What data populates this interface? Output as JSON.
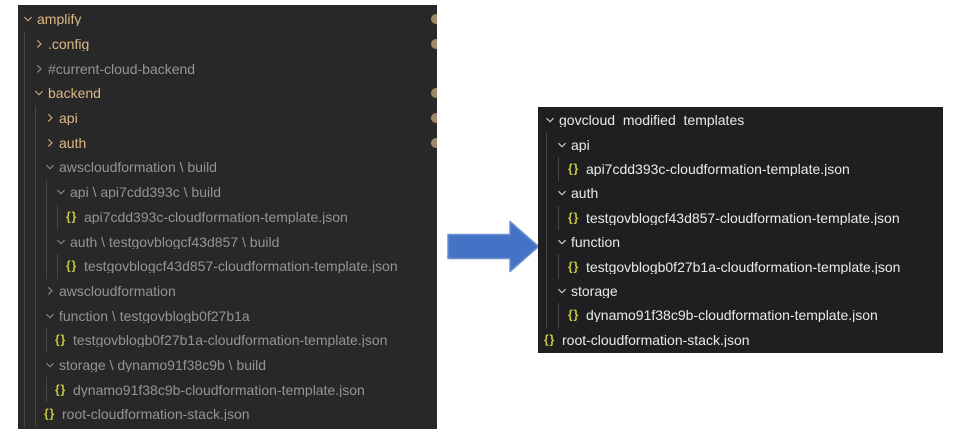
{
  "palette": {
    "page_bg": "#ffffff",
    "left_panel_bg": "#282829",
    "right_panel_bg": "#1f1f21",
    "folder_modified": "#ddb986",
    "ignored_gray": "#929496",
    "right_text": "#e9e9e9",
    "json_icon_yellow": "#cbcb41",
    "indent_guide": "#454749",
    "modified_dot": "#9e8a68",
    "arrow_fill": "#4472c4",
    "arrow_stroke": "#6b90d2"
  },
  "icons": {
    "json_glyph": "{}",
    "chevron_down": "chevron-down-icon",
    "chevron_right": "chevron-right-icon"
  },
  "left_panel": {
    "description": "amplify-source-tree",
    "rows": [
      {
        "label": "amplify",
        "type": "folder",
        "expanded": true,
        "style": "modified-gold",
        "level": 0,
        "badge": true
      },
      {
        "label": ".config",
        "type": "folder",
        "expanded": false,
        "style": "modified-gold",
        "level": 1,
        "badge": true
      },
      {
        "label": "#current-cloud-backend",
        "type": "folder",
        "expanded": false,
        "style": "ignored-gray",
        "level": 1,
        "badge": false
      },
      {
        "label": "backend",
        "type": "folder",
        "expanded": true,
        "style": "modified-gold",
        "level": 1,
        "badge": true
      },
      {
        "label": "api",
        "type": "folder",
        "expanded": false,
        "style": "modified-gold",
        "level": 2,
        "badge": true
      },
      {
        "label": "auth",
        "type": "folder",
        "expanded": false,
        "style": "modified-gold",
        "level": 2,
        "badge": true
      },
      {
        "label": "awscloudformation \\ build",
        "type": "folder",
        "expanded": true,
        "style": "ignored-gray",
        "level": 2,
        "badge": false
      },
      {
        "label": "api \\ api7cdd393c \\ build",
        "type": "folder",
        "expanded": true,
        "style": "ignored-gray",
        "level": 3,
        "badge": false
      },
      {
        "label": "api7cdd393c-cloudformation-template.json",
        "type": "file",
        "style": "ignored-gray",
        "level": 4,
        "badge": false
      },
      {
        "label": "auth \\ testgovblogcf43d857 \\ build",
        "type": "folder",
        "expanded": true,
        "style": "ignored-gray",
        "level": 3,
        "badge": false
      },
      {
        "label": "testgovblogcf43d857-cloudformation-template.json",
        "type": "file",
        "style": "ignored-gray",
        "level": 4,
        "badge": false
      },
      {
        "label": "awscloudformation",
        "type": "folder",
        "expanded": false,
        "style": "ignored-gray",
        "level": 2,
        "badge": false
      },
      {
        "label": "function \\ testgovblogb0f27b1a",
        "type": "folder",
        "expanded": true,
        "style": "ignored-gray",
        "level": 2,
        "badge": false
      },
      {
        "label": "testgovblogb0f27b1a-cloudformation-template.json",
        "type": "file",
        "style": "ignored-gray",
        "level": 3,
        "badge": false
      },
      {
        "label": "storage \\ dynamo91f38c9b \\ build",
        "type": "folder",
        "expanded": true,
        "style": "ignored-gray",
        "level": 2,
        "badge": false
      },
      {
        "label": "dynamo91f38c9b-cloudformation-template.json",
        "type": "file",
        "style": "ignored-gray",
        "level": 3,
        "badge": false
      },
      {
        "label": "root-cloudformation-stack.json",
        "type": "file",
        "style": "ignored-gray",
        "level": 2,
        "badge": false
      }
    ]
  },
  "right_panel": {
    "description": "govcloud-modified-templates-tree",
    "rows": [
      {
        "label": "govcloud_modified_templates",
        "type": "folder",
        "expanded": true,
        "style": "plain-white",
        "level": 0,
        "badge": false
      },
      {
        "label": "api",
        "type": "folder",
        "expanded": true,
        "style": "plain-white",
        "level": 1,
        "badge": false
      },
      {
        "label": "api7cdd393c-cloudformation-template.json",
        "type": "file",
        "style": "plain-white",
        "level": 2,
        "badge": false
      },
      {
        "label": "auth",
        "type": "folder",
        "expanded": true,
        "style": "plain-white",
        "level": 1,
        "badge": false
      },
      {
        "label": "testgovblogcf43d857-cloudformation-template.json",
        "type": "file",
        "style": "plain-white",
        "level": 2,
        "badge": false
      },
      {
        "label": "function",
        "type": "folder",
        "expanded": true,
        "style": "plain-white",
        "level": 1,
        "badge": false
      },
      {
        "label": "testgovblogb0f27b1a-cloudformation-template.json",
        "type": "file",
        "style": "plain-white",
        "level": 2,
        "badge": false
      },
      {
        "label": "storage",
        "type": "folder",
        "expanded": true,
        "style": "plain-white",
        "level": 1,
        "badge": false
      },
      {
        "label": "dynamo91f38c9b-cloudformation-template.json",
        "type": "file",
        "style": "plain-white",
        "level": 2,
        "badge": false
      },
      {
        "label": "root-cloudformation-stack.json",
        "type": "file",
        "style": "plain-white",
        "level": 0,
        "badge": false
      }
    ]
  },
  "arrow": {
    "direction": "right",
    "fill": "#4472c4"
  }
}
